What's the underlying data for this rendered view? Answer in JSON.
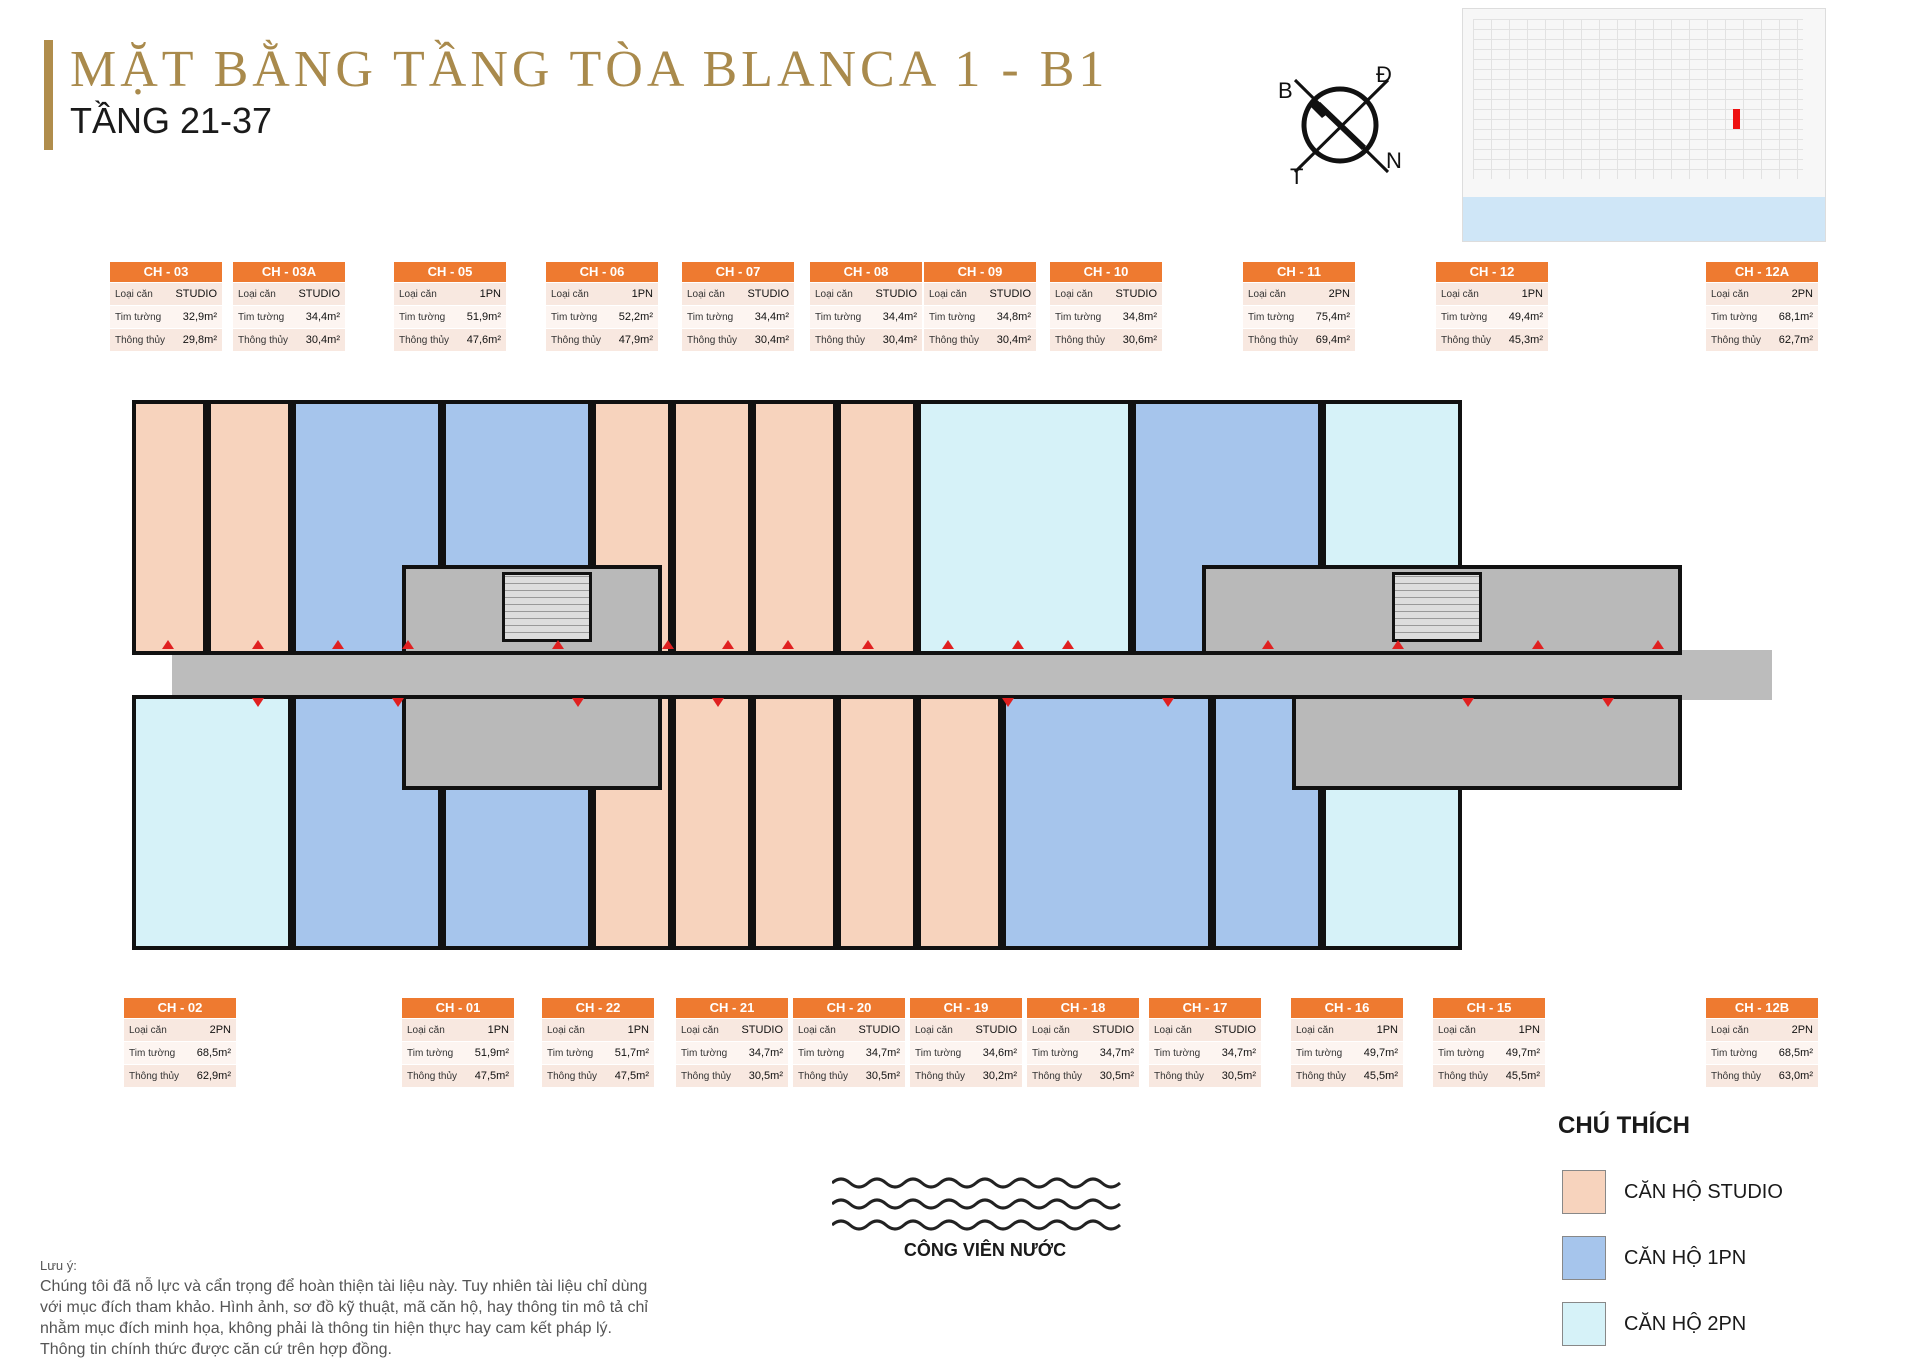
{
  "header": {
    "title": "MẶT BẰNG TẦNG TÒA BLANCA 1 - B1",
    "subtitle": "TẦNG 21-37"
  },
  "compass": {
    "north": "N",
    "south": "B",
    "east": "Đ",
    "west": "T"
  },
  "labels": {
    "type": "Loại căn",
    "wall": "Tim tường",
    "clear": "Thông thủy"
  },
  "units_top": [
    {
      "code": "CH - 03",
      "type": "STUDIO",
      "wall": "32,9m²",
      "clear": "29,8m²",
      "cls": "studio"
    },
    {
      "code": "CH - 03A",
      "type": "STUDIO",
      "wall": "34,4m²",
      "clear": "30,4m²",
      "cls": "studio"
    },
    {
      "code": "CH - 05",
      "type": "1PN",
      "wall": "51,9m²",
      "clear": "47,6m²",
      "cls": "onepn"
    },
    {
      "code": "CH - 06",
      "type": "1PN",
      "wall": "52,2m²",
      "clear": "47,9m²",
      "cls": "onepn"
    },
    {
      "code": "CH - 07",
      "type": "STUDIO",
      "wall": "34,4m²",
      "clear": "30,4m²",
      "cls": "studio"
    },
    {
      "code": "CH - 08",
      "type": "STUDIO",
      "wall": "34,4m²",
      "clear": "30,4m²",
      "cls": "studio"
    },
    {
      "code": "CH - 09",
      "type": "STUDIO",
      "wall": "34,8m²",
      "clear": "30,4m²",
      "cls": "studio"
    },
    {
      "code": "CH - 10",
      "type": "STUDIO",
      "wall": "34,8m²",
      "clear": "30,6m²",
      "cls": "studio"
    },
    {
      "code": "CH - 11",
      "type": "2PN",
      "wall": "75,4m²",
      "clear": "69,4m²",
      "cls": "twopn"
    },
    {
      "code": "CH - 12",
      "type": "1PN",
      "wall": "49,4m²",
      "clear": "45,3m²",
      "cls": "onepn"
    },
    {
      "code": "CH - 12A",
      "type": "2PN",
      "wall": "68,1m²",
      "clear": "62,7m²",
      "cls": "twopn"
    }
  ],
  "units_bottom": [
    {
      "code": "CH - 02",
      "type": "2PN",
      "wall": "68,5m²",
      "clear": "62,9m²",
      "cls": "twopn"
    },
    {
      "code": "CH - 01",
      "type": "1PN",
      "wall": "51,9m²",
      "clear": "47,5m²",
      "cls": "onepn"
    },
    {
      "code": "CH - 22",
      "type": "1PN",
      "wall": "51,7m²",
      "clear": "47,5m²",
      "cls": "onepn"
    },
    {
      "code": "CH - 21",
      "type": "STUDIO",
      "wall": "34,7m²",
      "clear": "30,5m²",
      "cls": "studio"
    },
    {
      "code": "CH - 20",
      "type": "STUDIO",
      "wall": "34,7m²",
      "clear": "30,5m²",
      "cls": "studio"
    },
    {
      "code": "CH - 19",
      "type": "STUDIO",
      "wall": "34,6m²",
      "clear": "30,2m²",
      "cls": "studio"
    },
    {
      "code": "CH - 18",
      "type": "STUDIO",
      "wall": "34,7m²",
      "clear": "30,5m²",
      "cls": "studio"
    },
    {
      "code": "CH - 17",
      "type": "STUDIO",
      "wall": "34,7m²",
      "clear": "30,5m²",
      "cls": "studio"
    },
    {
      "code": "CH - 16",
      "type": "1PN",
      "wall": "49,7m²",
      "clear": "45,5m²",
      "cls": "onepn"
    },
    {
      "code": "CH - 15",
      "type": "1PN",
      "wall": "49,7m²",
      "clear": "45,5m²",
      "cls": "onepn"
    },
    {
      "code": "CH - 12B",
      "type": "2PN",
      "wall": "68,5m²",
      "clear": "63,0m²",
      "cls": "twopn"
    }
  ],
  "legend": {
    "title": "CHÚ THÍCH",
    "items": [
      {
        "label": "CĂN HỘ STUDIO",
        "color": "#f7d3bd"
      },
      {
        "label": "CĂN HỘ 1PN",
        "color": "#a6c5ec"
      },
      {
        "label": "CĂN HỘ 2PN",
        "color": "#d6f2f8"
      }
    ]
  },
  "park_label": "CÔNG VIÊN NƯỚC",
  "note": {
    "heading": "Lưu ý:",
    "lines": [
      "Chúng tôi đã nỗ lực và cẩn trọng để hoàn thiện tài liệu này. Tuy nhiên tài liệu chỉ dùng",
      "với mục đích tham khảo. Hình ảnh, sơ đồ kỹ thuật, mã căn hộ, hay thông tin mô tả chỉ",
      "nhằm mục đích minh họa, không phải là thông tin hiện thực hay cam kết pháp lý.",
      "Thông tin chính thức được căn cứ trên hợp đồng."
    ]
  }
}
